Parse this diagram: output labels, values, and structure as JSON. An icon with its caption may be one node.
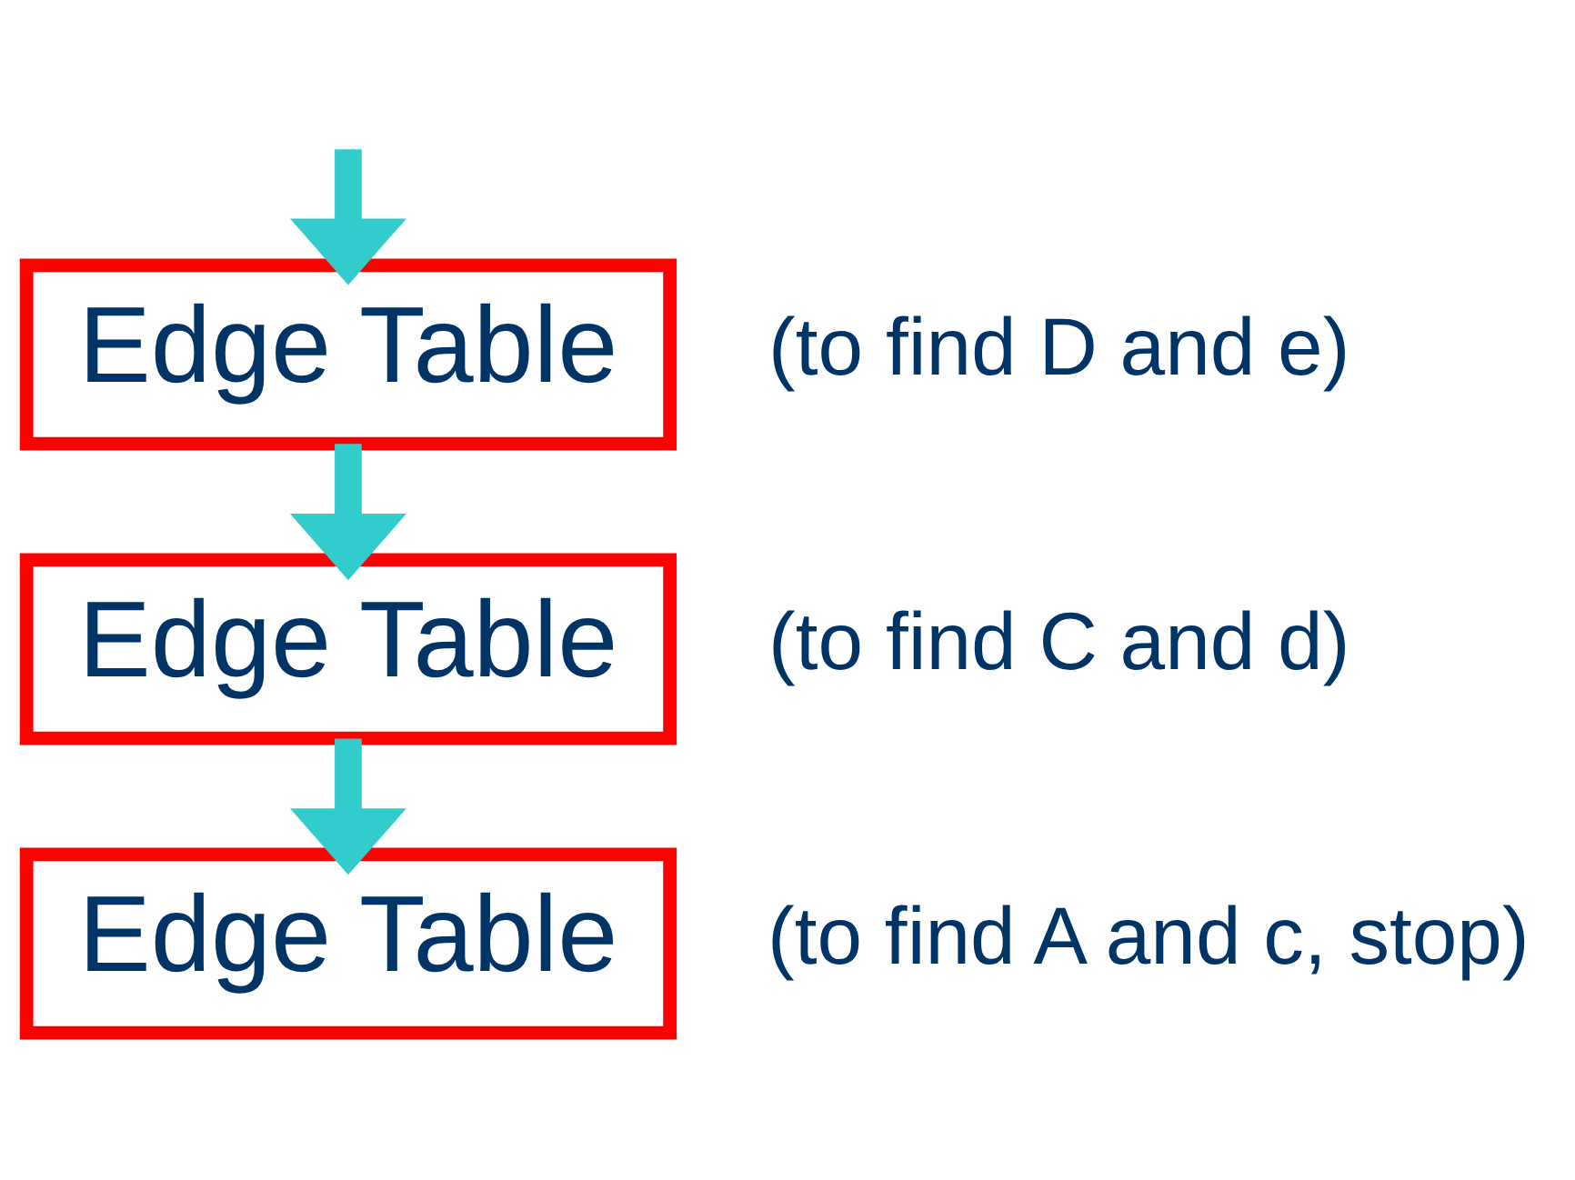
{
  "diagram": {
    "nodes": [
      {
        "text": [
          "Edge Table"
        ],
        "beside": [
          "(to find D and e)"
        ]
      },
      {
        "text": [
          "Edge Table"
        ],
        "beside": [
          "(to find C and d)"
        ]
      },
      {
        "text": [
          "Edge Table"
        ],
        "beside": [
          "(to find A and c, stop)"
        ]
      }
    ],
    "edges": [
      {
        "from": null,
        "to": 0,
        "arrow": "to"
      },
      {
        "from": 0,
        "to": 1,
        "arrow": "to"
      },
      {
        "from": 1,
        "to": 2,
        "arrow": "to"
      }
    ]
  }
}
